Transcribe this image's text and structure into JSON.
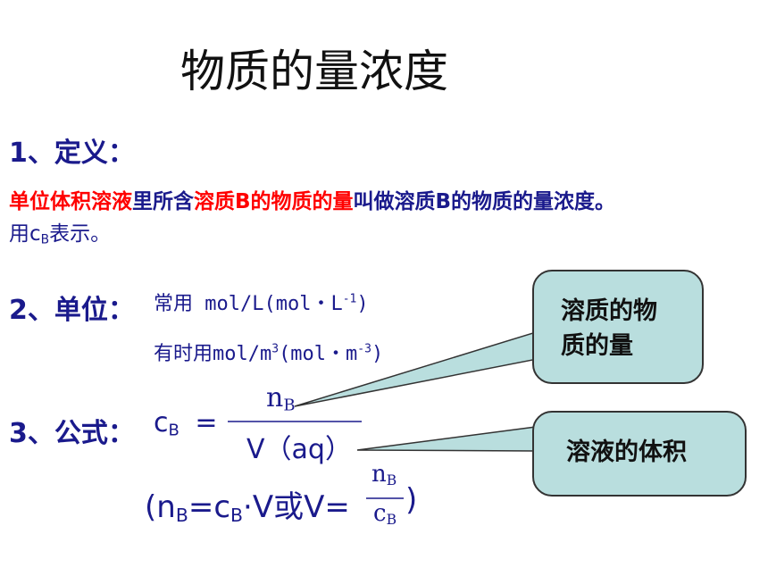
{
  "title": "物质的量浓度",
  "definition": {
    "heading": "1、定义：",
    "seg1": "单位体积溶液",
    "seg2": "里所含",
    "seg3": "溶质B的物质的量",
    "seg4": "叫做溶质B的物质的量浓度。",
    "line2_prefix": "用c",
    "line2_sub": "B",
    "line2_suffix": "表示。"
  },
  "units": {
    "heading": "2、单位：",
    "line1_a": "常用 mol/L(mol・L",
    "line1_sup": "-1",
    "line1_b": ")",
    "line2_a": "有时用mol/m",
    "line2_sup": "3",
    "line2_b": "(mol・m",
    "line2_sup2": "-3",
    "line2_c": ")"
  },
  "formula": {
    "heading": "3、公式：",
    "lhs": "c",
    "lhs_sub": "B",
    "eq": "=",
    "num": "n",
    "num_sub": "B",
    "den": "V（aq）",
    "alt_open": "(n",
    "alt_sub1": "B",
    "alt_mid": "=c",
    "alt_sub2": "B",
    "alt_rest": "·V或V=",
    "alt_num": "n",
    "alt_num_sub": "B",
    "alt_den": "c",
    "alt_den_sub": "B",
    "alt_close": ")"
  },
  "callouts": {
    "solute_line1": "溶质的物",
    "solute_line2": "质的量",
    "solution": "溶液的体积"
  },
  "colors": {
    "text": "#1a1a8c",
    "highlight": "#ff0000",
    "callout_fill": "#b9dede"
  }
}
